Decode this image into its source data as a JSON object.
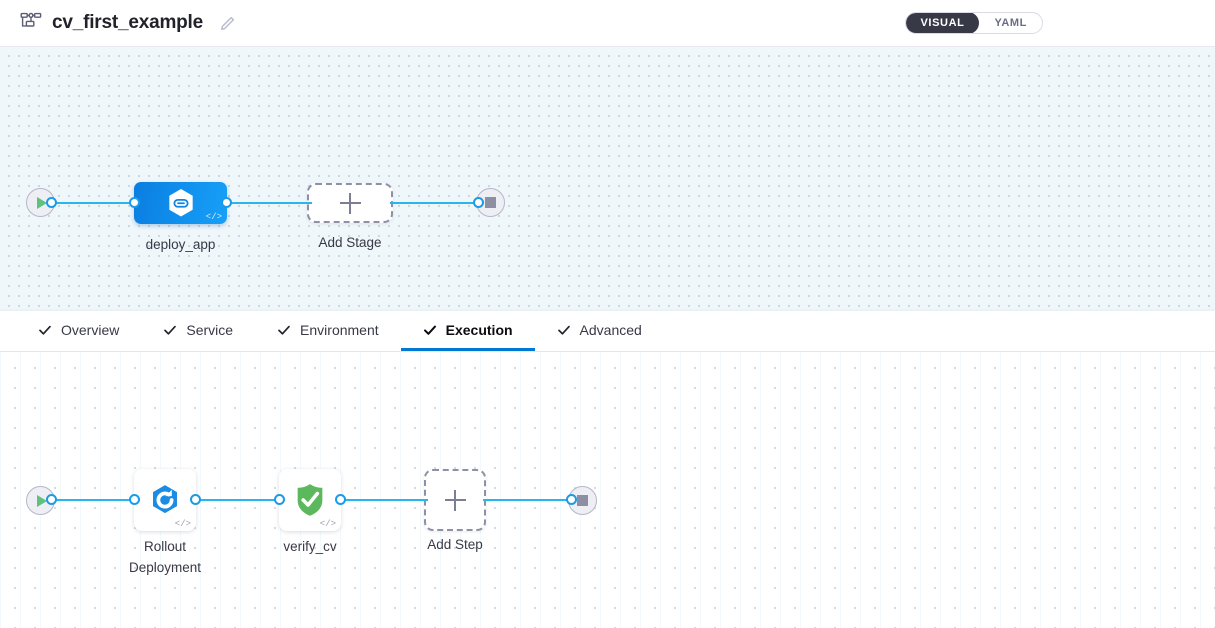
{
  "header": {
    "pipeline_icon": "pipeline-hierarchy-icon",
    "title": "cv_first_example",
    "edit_icon": "pencil-edit-icon",
    "mode_toggle": {
      "options": [
        {
          "label": "VISUAL",
          "active": true
        },
        {
          "label": "YAML",
          "active": false
        }
      ],
      "active_bg": "#383946"
    }
  },
  "stage_canvas": {
    "background": "#eff7fb",
    "start_node": {
      "name": "pipeline-start",
      "icon": "play-icon"
    },
    "end_node": {
      "name": "pipeline-end",
      "icon": "stop-icon"
    },
    "stages": [
      {
        "label": "deploy_app",
        "icon": "harness-hexagon-icon",
        "code_glyph": "</>",
        "selected": true
      }
    ],
    "add_stage": {
      "label": "Add Stage",
      "icon": "plus-icon"
    }
  },
  "tabs": [
    {
      "label": "Overview",
      "check": "check-icon",
      "active": false
    },
    {
      "label": "Service",
      "check": "check-icon",
      "active": false
    },
    {
      "label": "Environment",
      "check": "check-icon",
      "active": false
    },
    {
      "label": "Execution",
      "check": "check-icon",
      "active": true
    },
    {
      "label": "Advanced",
      "check": "check-icon",
      "active": false
    }
  ],
  "step_canvas": {
    "background": "#ffffff",
    "start_node": {
      "name": "execution-start",
      "icon": "play-icon"
    },
    "end_node": {
      "name": "execution-end",
      "icon": "stop-icon"
    },
    "steps": [
      {
        "label": "Rollout Deployment",
        "icon": "k8s-rollout-icon",
        "code_glyph": "</>"
      },
      {
        "label": "verify_cv",
        "icon": "green-shield-check-icon",
        "code_glyph": "</>"
      }
    ],
    "add_step": {
      "label": "Add Step",
      "icon": "plus-icon"
    }
  },
  "colors": {
    "accent_blue": "#0278d5",
    "connector": "#29b6ea",
    "port_ring": "#1b9ae8",
    "shield_green": "#5cb85c",
    "dashed_border": "#8e90a6"
  }
}
